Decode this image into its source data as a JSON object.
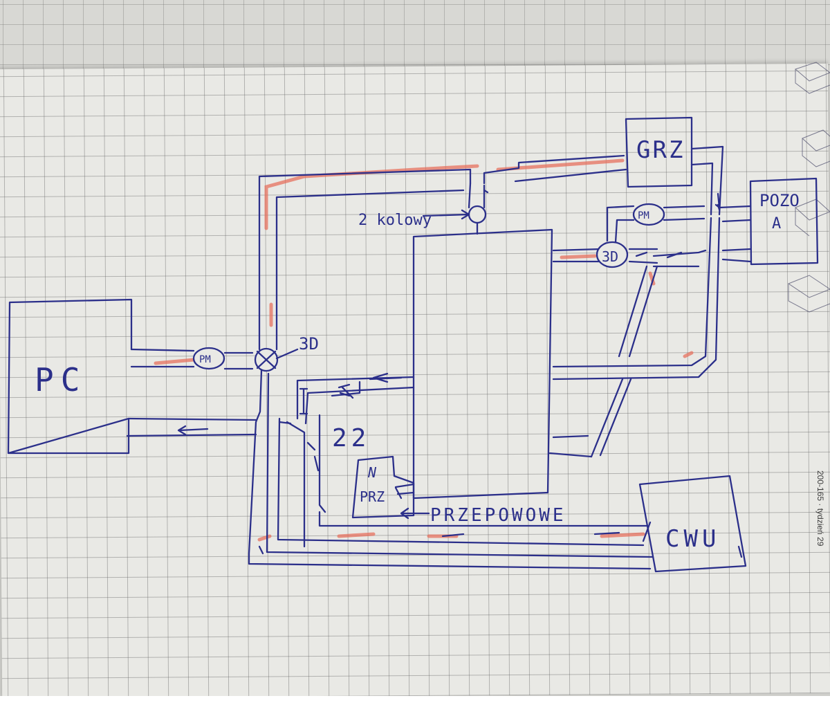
{
  "diagram": {
    "labels": {
      "pc": "PC",
      "grz": "GRZ",
      "pozo_a": "POZO\nA",
      "cwu": "CWU",
      "pm_left": "PM",
      "pm_right": "PM",
      "valve_3d_left": "3D",
      "valve_3d_right": "3D",
      "two_coil": "2 kolowy",
      "zone_22": "22",
      "przepowowe": "PRZEPOWOWE",
      "prz_box": "N\nPRZ"
    },
    "margin_print": {
      "week": "200-165 · tydzień 29"
    }
  }
}
